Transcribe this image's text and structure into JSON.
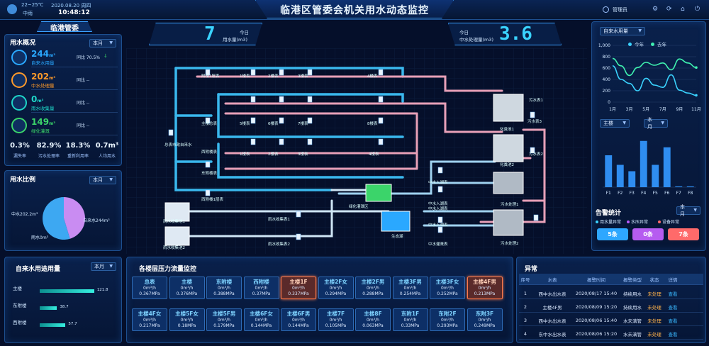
{
  "header": {
    "temp": "22~25℃",
    "weather": "中雨",
    "date": "2020.08.20",
    "weekday": "周四",
    "time": "10:48:12",
    "title": "临港区管委会机关用水动态监控",
    "user": "管理员"
  },
  "left": {
    "org_title": "临港管委",
    "usage": {
      "title": "用水概况",
      "period": "本月",
      "items": [
        {
          "value": "244",
          "unit": "m³",
          "label": "自来水用量",
          "compare": "同比 70.5%",
          "trend": "↓",
          "color": "#2aa8ff"
        },
        {
          "value": "202",
          "unit": "m³",
          "label": "中水处理量",
          "compare": "同比 --",
          "trend": "",
          "color": "#ff9a2a"
        },
        {
          "value": "0",
          "unit": "m³",
          "label": "雨水收集量",
          "compare": "同比 --",
          "trend": "",
          "color": "#1ed6c8"
        },
        {
          "value": "149",
          "unit": "m³",
          "label": "绿化灌溉",
          "compare": "同比 --",
          "trend": "",
          "color": "#3bd46a"
        }
      ],
      "stats": [
        {
          "value": "0.3%",
          "label": "漏失率"
        },
        {
          "value": "82.9%",
          "label": "污水处理率"
        },
        {
          "value": "18.3%",
          "label": "重新利用率"
        },
        {
          "value": "0.7m³",
          "label": "人均用水"
        }
      ]
    },
    "ratio": {
      "title": "用水比例",
      "period": "本月",
      "labels": [
        "中水202.2m³",
        "自来水244m³",
        "雨水0m³"
      ],
      "slices": [
        {
          "name": "中水",
          "value": 202.2,
          "color": "#c98cf2"
        },
        {
          "name": "自来水",
          "value": 244,
          "color": "#3da8f2"
        },
        {
          "name": "雨水",
          "value": 0,
          "color": "#ffffff"
        }
      ]
    },
    "bars": {
      "title": "自来水用途用量",
      "period": "本月",
      "items": [
        {
          "name": "主楼",
          "value": 121.8
        },
        {
          "name": "东附楼",
          "value": 38.7
        },
        {
          "name": "西附楼",
          "value": 57.7
        }
      ]
    }
  },
  "top_kpis": {
    "left": {
      "number": "7",
      "line1": "今日",
      "line2": "用水量(m3)"
    },
    "right": {
      "number": "3.6",
      "line1": "今日",
      "line2": "中水处理量(m3)"
    }
  },
  "diagram": {
    "nodes": [
      "附楼1层表",
      "1楼表",
      "2楼表",
      "3楼表",
      "4楼表",
      "主楼总表",
      "5楼表",
      "6楼表",
      "7楼表",
      "8楼表",
      "总表市政自来水",
      "东附楼表",
      "西附楼表",
      "1楼表",
      "2楼表",
      "3楼表",
      "4楼表",
      "西附楼1层表",
      "污水表1",
      "污水表2",
      "化粪池1",
      "化粪池2",
      "中水入湖表",
      "中水入湖表",
      "雨水收集池1",
      "雨水收集池2",
      "雨水收集表1",
      "雨水收集表2",
      "绿化灌溉区",
      "生态湖",
      "中水入湖表",
      "中水灌溉表",
      "污水处理1",
      "污水处理2",
      "中水入湖表",
      "污水表3"
    ]
  },
  "right": {
    "line_chart": {
      "title": "自来水用量",
      "legend": [
        "今年",
        "去年"
      ],
      "colors": [
        "#3ad3ff",
        "#3ff2b0"
      ],
      "yticks": [
        "1,000",
        "800",
        "600",
        "400",
        "200",
        "0"
      ],
      "xticks": [
        "1月",
        "3月",
        "5月",
        "7月",
        "9月",
        "11月"
      ],
      "ylim": [
        0,
        1000
      ],
      "this_year": [
        640,
        400,
        330,
        200,
        420,
        300,
        260,
        480,
        210,
        160,
        120
      ],
      "last_year": [
        770,
        640,
        470,
        610,
        700,
        650,
        690,
        570,
        760,
        690,
        610
      ]
    },
    "bar_chart": {
      "sel1": "主楼",
      "sel2": "本月",
      "categories": [
        "F1",
        "F2",
        "F3",
        "F4",
        "F5",
        "F6",
        "F7",
        "F8"
      ],
      "values": [
        20,
        14,
        10,
        29,
        14,
        25,
        0.5,
        0.5
      ],
      "ylim": [
        0,
        32
      ]
    },
    "alerts": {
      "title": "告警统计",
      "period": "本月",
      "legend": [
        "用水量异常",
        "水压异常",
        "设备异常"
      ],
      "legend_colors": [
        "#3ad3ff",
        "#b85cff",
        "#ff6a6a"
      ],
      "counts": [
        {
          "text": "5条",
          "color": "#2ea7ff"
        },
        {
          "text": "0条",
          "color": "#b65cf0"
        },
        {
          "text": "7条",
          "color": "#ff6a6a"
        }
      ]
    }
  },
  "pressure": {
    "title": "各楼层压力流量监控",
    "cells": [
      {
        "name": "总表",
        "flow": "0m³/h",
        "press": "0.367MPa",
        "alert": false
      },
      {
        "name": "主楼",
        "flow": "0m³/h",
        "press": "0.376MPa",
        "alert": false
      },
      {
        "name": "东附楼",
        "flow": "0m³/h",
        "press": "0.388MPa",
        "alert": false
      },
      {
        "name": "西附楼",
        "flow": "0m³/h",
        "press": "0.37MPa",
        "alert": false
      },
      {
        "name": "主楼1F",
        "flow": "0m³/h",
        "press": "0.337MPa",
        "alert": true
      },
      {
        "name": "主楼2F女",
        "flow": "0m³/h",
        "press": "0.294MPa",
        "alert": false
      },
      {
        "name": "主楼2F男",
        "flow": "0m³/h",
        "press": "0.288MPa",
        "alert": false
      },
      {
        "name": "主楼3F男",
        "flow": "0m³/h",
        "press": "0.254MPa",
        "alert": false
      },
      {
        "name": "主楼3F女",
        "flow": "0m³/h",
        "press": "0.252MPa",
        "alert": false
      },
      {
        "name": "主楼4F男",
        "flow": "0m³/h",
        "press": "0.213MPa",
        "alert": true
      },
      {
        "name": "主楼4F女",
        "flow": "0m³/h",
        "press": "0.217MPa",
        "alert": false
      },
      {
        "name": "主楼5F女",
        "flow": "0m³/h",
        "press": "0.18MPa",
        "alert": false
      },
      {
        "name": "主楼5F男",
        "flow": "0m³/h",
        "press": "0.179MPa",
        "alert": false
      },
      {
        "name": "主楼6F女",
        "flow": "0m³/h",
        "press": "0.144MPa",
        "alert": false
      },
      {
        "name": "主楼6F男",
        "flow": "0m³/h",
        "press": "0.144MPa",
        "alert": false
      },
      {
        "name": "主楼7F",
        "flow": "0m³/h",
        "press": "0.105MPa",
        "alert": false
      },
      {
        "name": "主楼8F",
        "flow": "0m³/h",
        "press": "0.063MPa",
        "alert": false
      },
      {
        "name": "东附1F",
        "flow": "0m³/h",
        "press": "0.33MPa",
        "alert": false
      },
      {
        "name": "东附2F",
        "flow": "0m³/h",
        "press": "0.293MPa",
        "alert": false
      },
      {
        "name": "东附3F",
        "flow": "0m³/h",
        "press": "0.249MPa",
        "alert": false
      }
    ]
  },
  "abnormal": {
    "title": "异常",
    "columns": [
      "序号",
      "水表",
      "报警时间",
      "报警类型",
      "状态",
      "详情"
    ],
    "rows": [
      [
        "1",
        "西中水出水表",
        "2020/08/17 15:40",
        "持续用水",
        "未处理",
        "查看"
      ],
      [
        "2",
        "主楼4F男",
        "2020/08/09 15:20",
        "持续用水",
        "未处理",
        "查看"
      ],
      [
        "3",
        "西中水出水表",
        "2020/08/06 15:40",
        "水未满管",
        "未处理",
        "查看"
      ],
      [
        "4",
        "东中水出水表",
        "2020/08/06 15:20",
        "水未满管",
        "未处理",
        "查看"
      ]
    ]
  }
}
